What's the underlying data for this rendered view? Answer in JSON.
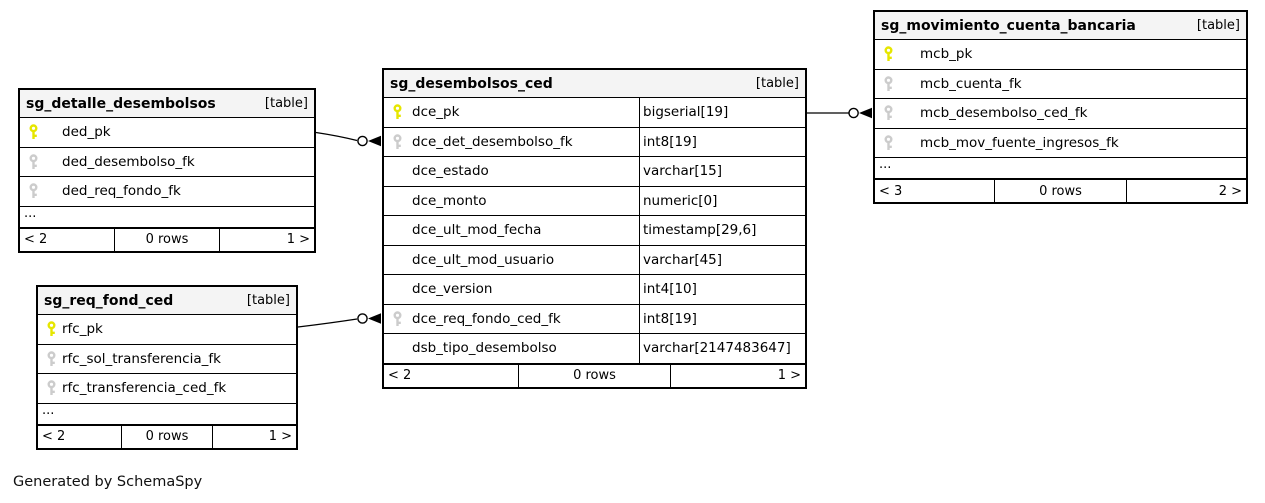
{
  "footer_note": "Generated by SchemaSpy",
  "colors": {
    "primary_key": "#e6e600",
    "foreign_key": "#cccccc",
    "header_bg": "#f4f4f4",
    "border": "#000000",
    "background": "#ffffff"
  },
  "tables": {
    "sg_detalle_desembolsos": {
      "title": "sg_detalle_desembolsos",
      "type_badge": "[table]",
      "columns": [
        {
          "name": "ded_pk",
          "key": "pk"
        },
        {
          "name": "ded_desembolso_fk",
          "key": "fk"
        },
        {
          "name": "ded_req_fondo_fk",
          "key": "fk"
        }
      ],
      "truncated_indicator": "...",
      "pager": {
        "prev": "< 2",
        "rows": "0 rows",
        "next": "1 >"
      }
    },
    "sg_req_fond_ced": {
      "title": "sg_req_fond_ced",
      "type_badge": "[table]",
      "columns": [
        {
          "name": "rfc_pk",
          "key": "pk"
        },
        {
          "name": "rfc_sol_transferencia_fk",
          "key": "fk"
        },
        {
          "name": "rfc_transferencia_ced_fk",
          "key": "fk"
        }
      ],
      "truncated_indicator": "...",
      "pager": {
        "prev": "< 2",
        "rows": "0 rows",
        "next": "1 >"
      }
    },
    "sg_desembolsos_ced": {
      "title": "sg_desembolsos_ced",
      "type_badge": "[table]",
      "columns": [
        {
          "name": "dce_pk",
          "type": "bigserial[19]",
          "key": "pk"
        },
        {
          "name": "dce_det_desembolso_fk",
          "type": "int8[19]",
          "key": "fk"
        },
        {
          "name": "dce_estado",
          "type": "varchar[15]",
          "key": "none"
        },
        {
          "name": "dce_monto",
          "type": "numeric[0]",
          "key": "none"
        },
        {
          "name": "dce_ult_mod_fecha",
          "type": "timestamp[29,6]",
          "key": "none"
        },
        {
          "name": "dce_ult_mod_usuario",
          "type": "varchar[45]",
          "key": "none"
        },
        {
          "name": "dce_version",
          "type": "int4[10]",
          "key": "none"
        },
        {
          "name": "dce_req_fondo_ced_fk",
          "type": "int8[19]",
          "key": "fk"
        },
        {
          "name": "dsb_tipo_desembolso",
          "type": "varchar[2147483647]",
          "key": "none"
        }
      ],
      "pager": {
        "prev": "< 2",
        "rows": "0 rows",
        "next": "1 >"
      }
    },
    "sg_movimiento_cuenta_bancaria": {
      "title": "sg_movimiento_cuenta_bancaria",
      "type_badge": "[table]",
      "columns": [
        {
          "name": "mcb_pk",
          "key": "pk"
        },
        {
          "name": "mcb_cuenta_fk",
          "key": "fk"
        },
        {
          "name": "mcb_desembolso_ced_fk",
          "key": "fk"
        },
        {
          "name": "mcb_mov_fuente_ingresos_fk",
          "key": "fk"
        }
      ],
      "truncated_indicator": "...",
      "pager": {
        "prev": "< 3",
        "rows": "0 rows",
        "next": "2 >"
      }
    }
  },
  "relationships": [
    {
      "from": "sg_detalle_desembolsos.ded_pk",
      "to": "sg_desembolsos_ced.dce_det_desembolso_fk"
    },
    {
      "from": "sg_desembolsos_ced.dce_pk",
      "to": "sg_movimiento_cuenta_bancaria.mcb_desembolso_ced_fk"
    },
    {
      "from": "sg_req_fond_ced.rfc_pk",
      "to": "sg_desembolsos_ced.dce_req_fondo_ced_fk"
    }
  ]
}
